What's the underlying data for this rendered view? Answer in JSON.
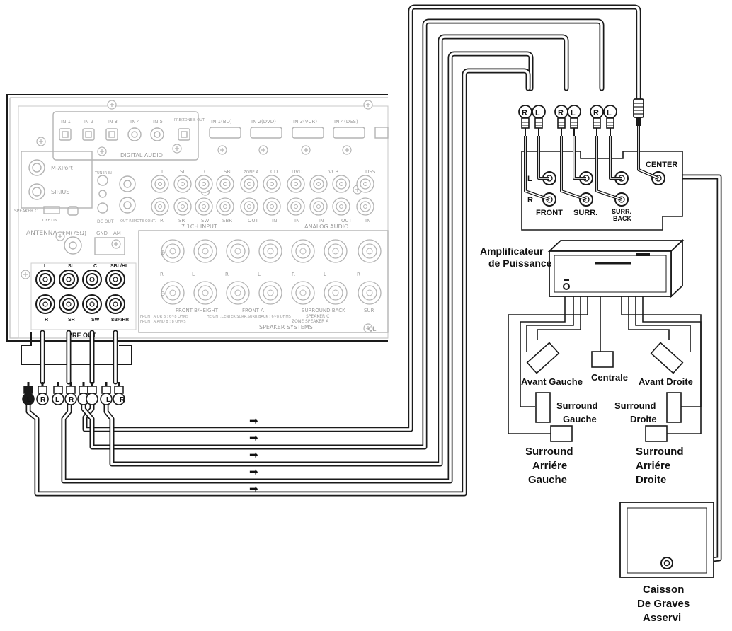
{
  "receiver": {
    "digital_inputs": [
      "IN 1",
      "IN 2",
      "IN 3",
      "IN 4",
      "IN 5"
    ],
    "pre_zone_out": "PRE/ZONE B OUT",
    "hdmi_inputs": [
      "IN 1(BD)",
      "IN 2(DVD)",
      "IN 3(VCR)",
      "IN 4(DSS)"
    ],
    "digital_audio": "DIGITAL AUDIO",
    "mxport": "M-XPort",
    "sirius": "SIRIUS",
    "speaker_c": "SPEAKER C",
    "off_on": "OFF  ON",
    "tuner_in": "TUNER IN",
    "dc_out": "DC OUT",
    "ir_remote": "OUT REMOTE CONT.",
    "antenna": "ANTENNA",
    "fm": "FM(75Ω)",
    "gnd": "GND",
    "am": "AM",
    "input_7ch_top": [
      "L",
      "SL",
      "C",
      "SBL"
    ],
    "input_7ch_bottom": [
      "R",
      "SR",
      "SW",
      "SBR"
    ],
    "input_7ch": "7.1CH INPUT",
    "analog_top": [
      "ZONE A",
      "CD",
      "DVD",
      "VCR",
      "DSS"
    ],
    "analog_bottom": [
      "OUT",
      "IN",
      "IN",
      "IN",
      "OUT",
      "IN"
    ],
    "analog_audio": "ANALOG AUDIO",
    "preout_top": [
      "L",
      "SL",
      "C",
      "SBL/HL"
    ],
    "preout_bottom": [
      "R",
      "SR",
      "SW",
      "SBR/HR"
    ],
    "preout_label": "PRE OUT",
    "spk_lbls": [
      "R",
      "L",
      "R",
      "L",
      "R",
      "L",
      "R"
    ],
    "front_b": "FRONT B/HEIGHT",
    "front_a": "FRONT A",
    "surround_back": "SURROUND BACK",
    "speaker_c2": "SPEAKER C",
    "zone_a": "ZONE SPEAKER A",
    "speaker_systems": "SPEAKER SYSTEMS",
    "imp1": "FRONT A  OR  B : 6~8 OHMS",
    "imp2": "FRONT A AND B : 8 OHMS",
    "imp3": "HEIGHT,CENTER,SURR,SURR BACK : 6~8 OHMS",
    "surr_short": "SUR",
    "class_short": "CL"
  },
  "plugs": {
    "left": [
      "L",
      "R",
      "L",
      "R",
      "L",
      "R"
    ],
    "amp": [
      "R",
      "L",
      "R",
      "L",
      "R",
      "L"
    ]
  },
  "amp_panel": {
    "l": "L",
    "r": "R",
    "center": "CENTER",
    "front": "FRONT",
    "surr": "SURR.",
    "surr_back_1": "SURR.",
    "surr_back_2": "BACK"
  },
  "amplifier": {
    "label_1": "Amplificateur",
    "label_2": "de Puissance"
  },
  "speakers": {
    "avant_gauche": "Avant Gauche",
    "centrale": "Centrale",
    "avant_droite": "Avant Droite",
    "surround_gauche_1": "Surround",
    "surround_gauche_2": "Gauche",
    "surround_droite_1": "Surround",
    "surround_droite_2": "Droite",
    "arriere_gauche": [
      "Surround",
      "Arriére",
      "Gauche"
    ],
    "arriere_droite": [
      "Surround",
      "Arriére",
      "Droite"
    ]
  },
  "subwoofer": {
    "label": [
      "Caisson",
      "De Graves",
      "Asservi"
    ]
  },
  "arrow_glyph": "➡"
}
